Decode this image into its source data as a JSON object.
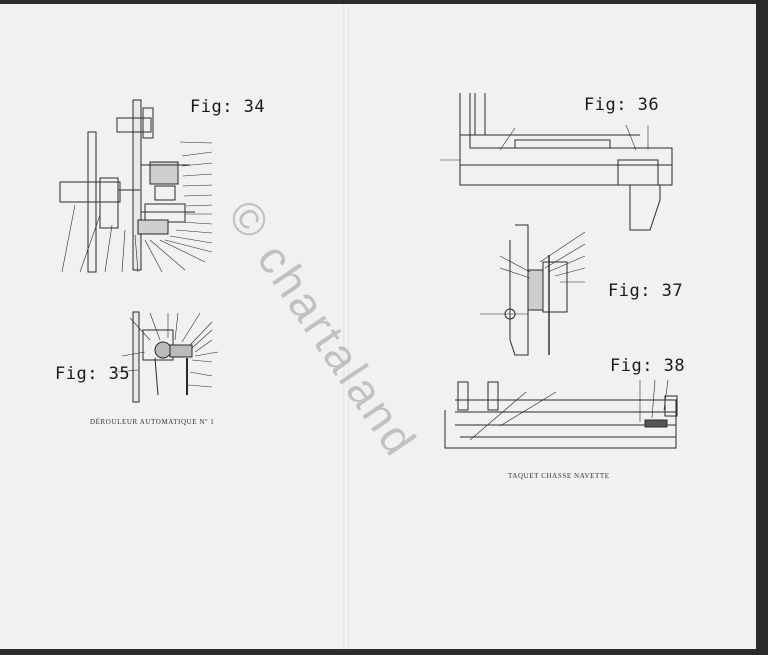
{
  "figures": {
    "fig34": {
      "label": "Fig: 34"
    },
    "fig35": {
      "label": "Fig: 35"
    },
    "fig36": {
      "label": "Fig: 36"
    },
    "fig37": {
      "label": "Fig: 37"
    },
    "fig38": {
      "label": "Fig: 38"
    }
  },
  "captions": {
    "left": "DÉROULEUR AUTOMATIQUE Nº 1",
    "right": "TAQUET CHASSE NAVETTE"
  },
  "watermark": "© chartaland"
}
